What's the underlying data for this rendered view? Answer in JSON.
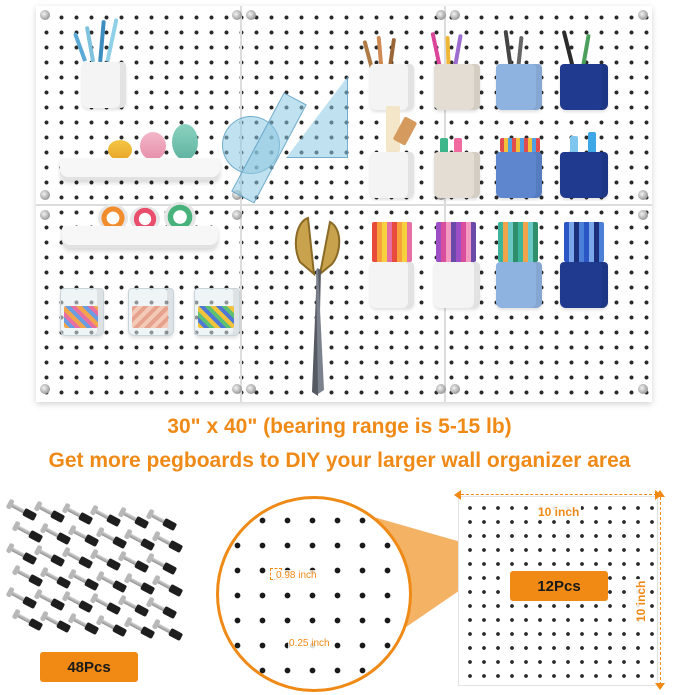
{
  "headline": {
    "size_text": "30\" x 40\"  (bearing range is 5-15 lb)",
    "diy_text": "Get more pegboards to DIY your larger wall organizer area"
  },
  "screws": {
    "count_label": "48Pcs"
  },
  "zoom": {
    "hole_spacing_label": "0.98 inch",
    "hole_diameter_label": "0.25 inch"
  },
  "panel": {
    "count_label": "12Pcs",
    "width_label": "10 inch",
    "height_label": "10 inch"
  },
  "colors": {
    "accent": "#ef8a17",
    "badge": "#f08a14",
    "text_dark": "#1a1a1a",
    "board": "#ffffff"
  },
  "icons": [
    "screw-anchor-icon",
    "pegboard-cup-icon",
    "shelf-icon",
    "scissors-icon",
    "ruler-icon",
    "tape-roll-icon"
  ]
}
